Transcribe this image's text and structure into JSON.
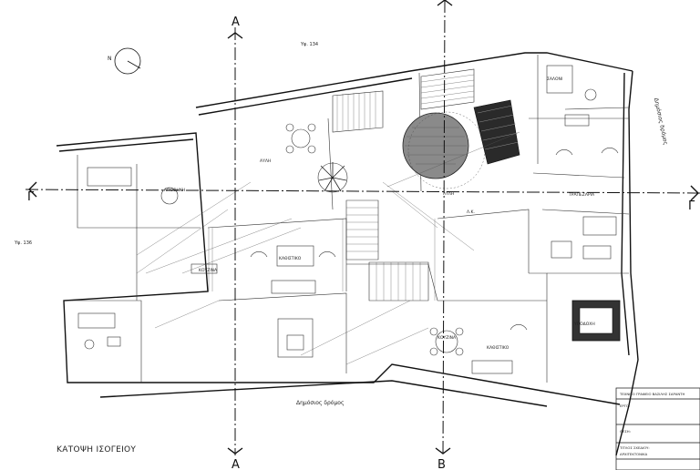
{
  "sections": {
    "a_top": "A",
    "a_bottom": "A",
    "b_top": "B",
    "b_bottom": "B",
    "g_left": "Γ",
    "g_right": "Γ"
  },
  "north": {
    "label": "N"
  },
  "levels": {
    "top": "Υψ. 134",
    "left": "Υψ. 136"
  },
  "streets": {
    "bottom": "Δημόσιος δρόμος",
    "right": "Δημόσιος δρόμος"
  },
  "rooms": {
    "living_1": "ΚΑΘΙΣΤΙΚΟ",
    "living_2": "ΚΑΘΙΣΤΙΚΟ",
    "kitchen_1": "ΚΟΥΖΙΝΑ",
    "kitchen_2": "ΚΟΥΖΙΝΑ",
    "bath_1": "ΣΑΛΟΝΙ",
    "dining": "ΤΡΑΠΕΖΑΡΙΑ",
    "yard_1": "ΑΥΛΗ",
    "yard_2": "ΑΥΛΗ",
    "wc": "Λ.Κ.",
    "reception": "ΥΠΟΔΟΧΗ",
    "storage": "ΑΠΟΘΗΚΗ"
  },
  "plan_title": "ΚΑΤΟΨΗ ΙΣΟΓΕΙΟΥ",
  "titleblock": {
    "office": "ΤΕΧΝΙΚΟ ΓΡΑΦΕΙΟ ΒΑΣΙΛΗΣ ΣΑΡΑΝΤΗ",
    "project_label": "ΕΡΓΟ:",
    "owner_label": "ΘΕΣΗ:",
    "drawing_label": "ΤΙΤΛΟΣ ΣΧΕΔΙΟΥ:",
    "drawing_value": "ΑΡΧΙΤΕΚΤΟΝΙΚΑ"
  }
}
